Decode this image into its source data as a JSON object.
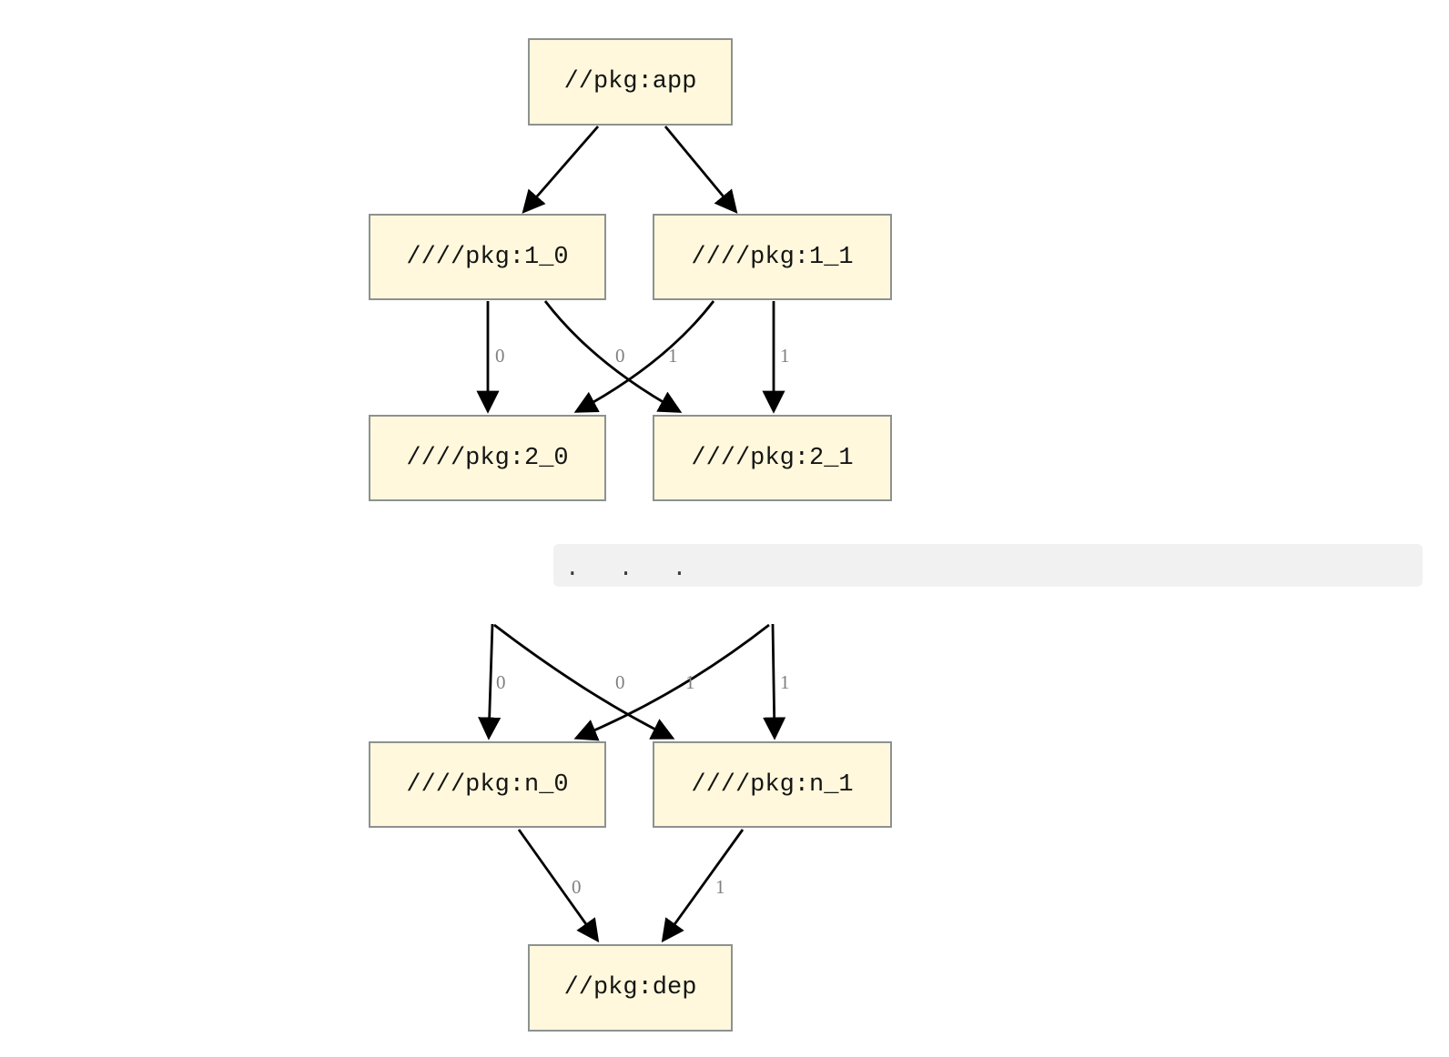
{
  "diagram": {
    "colors": {
      "background": "#ffffff",
      "node_fill": "#fff8dc",
      "node_border": "#8d9191",
      "node_text": "#141414",
      "edge": "#000000",
      "edge_label": "#808080",
      "band": "#f1f1f1",
      "dots": "#3a3a3a"
    },
    "nodes": {
      "app": {
        "label": "//pkg:app"
      },
      "v1_0": {
        "label": "////pkg:1_0"
      },
      "v1_1": {
        "label": "////pkg:1_1"
      },
      "v2_0": {
        "label": "////pkg:2_0"
      },
      "v2_1": {
        "label": "////pkg:2_1"
      },
      "vn_0": {
        "label": "////pkg:n_0"
      },
      "vn_1": {
        "label": "////pkg:n_1"
      },
      "dep": {
        "label": "//pkg:dep"
      }
    },
    "ellipsis": ".  .  .",
    "edges": [
      {
        "id": "app-1_0",
        "from": "//pkg:app",
        "to": "////pkg:1_0",
        "label": ""
      },
      {
        "id": "app-1_1",
        "from": "//pkg:app",
        "to": "////pkg:1_1",
        "label": ""
      },
      {
        "id": "1_0-2_0",
        "from": "////pkg:1_0",
        "to": "////pkg:2_0",
        "label": "0"
      },
      {
        "id": "1_0-2_1",
        "from": "////pkg:1_0",
        "to": "////pkg:2_1",
        "label": "0"
      },
      {
        "id": "1_1-2_0",
        "from": "////pkg:1_1",
        "to": "////pkg:2_0",
        "label": "1"
      },
      {
        "id": "1_1-2_1",
        "from": "////pkg:1_1",
        "to": "////pkg:2_1",
        "label": "1"
      },
      {
        "id": "dots-n_0",
        "from": "...",
        "to": "////pkg:n_0",
        "label": "0"
      },
      {
        "id": "dots-n_1",
        "from": "...",
        "to": "////pkg:n_1",
        "label": "0"
      },
      {
        "id": "dots2-n_0",
        "from": "...",
        "to": "////pkg:n_0",
        "label": "1"
      },
      {
        "id": "dots2-n_1",
        "from": "...",
        "to": "////pkg:n_1",
        "label": "1"
      },
      {
        "id": "n_0-dep",
        "from": "////pkg:n_0",
        "to": "//pkg:dep",
        "label": "0"
      },
      {
        "id": "n_1-dep",
        "from": "////pkg:n_1",
        "to": "//pkg:dep",
        "label": "1"
      }
    ]
  }
}
